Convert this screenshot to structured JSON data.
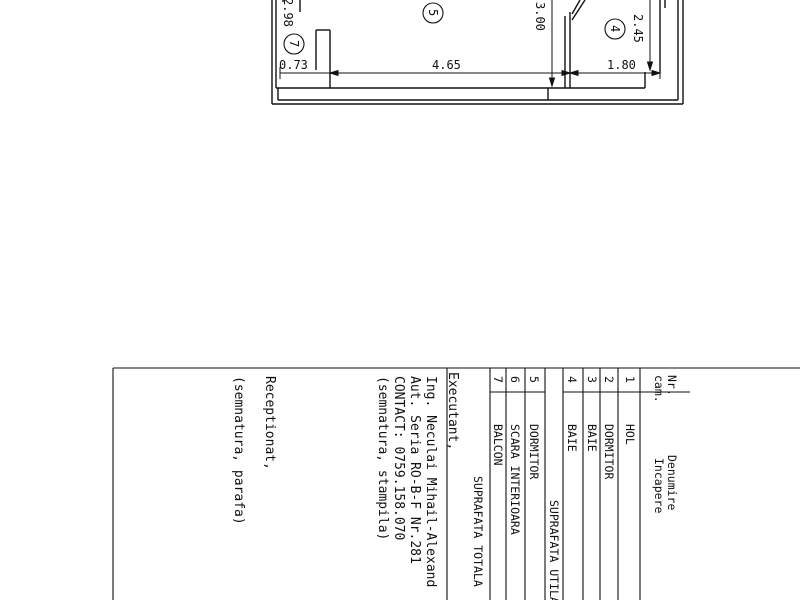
{
  "plan": {
    "dimensions": {
      "d_073": "0.73",
      "d_465": "4.65",
      "d_180": "1.80",
      "d_300": "3.00",
      "d_245": "2.45",
      "d_298": "2.98"
    },
    "room_markers": {
      "r5": "5",
      "r4": "4",
      "r7": "7"
    }
  },
  "table": {
    "header": {
      "nr": "Nr.",
      "cam": "cam.",
      "denumire": "Denumire",
      "incapere": "Incapere"
    },
    "rows": [
      {
        "nr": "1",
        "name": "HOL"
      },
      {
        "nr": "2",
        "name": "DORMITOR"
      },
      {
        "nr": "3",
        "name": "BAIE"
      },
      {
        "nr": "4",
        "name": "BAIE"
      },
      {
        "nr": "5",
        "name": "DORMITOR"
      },
      {
        "nr": "6",
        "name": "SCARA INTERIOARA"
      },
      {
        "nr": "7",
        "name": "BALCON"
      }
    ],
    "suprafata_utila": "SUPRAFATA  UTILA",
    "suprafata_totala": "SUPRAFATA TOTALA"
  },
  "executant": {
    "title": "Executant,",
    "line1": "Ing. Neculai Mihail-Alexand",
    "line2": "Aut. Seria RO-B-F Nr.281",
    "line3": "CONTACT: 0759.158.070",
    "line4": "(semnatura, stampila)"
  },
  "receptionat": {
    "title": "Receptionat,",
    "line1": "(semnatura, parafa)"
  }
}
